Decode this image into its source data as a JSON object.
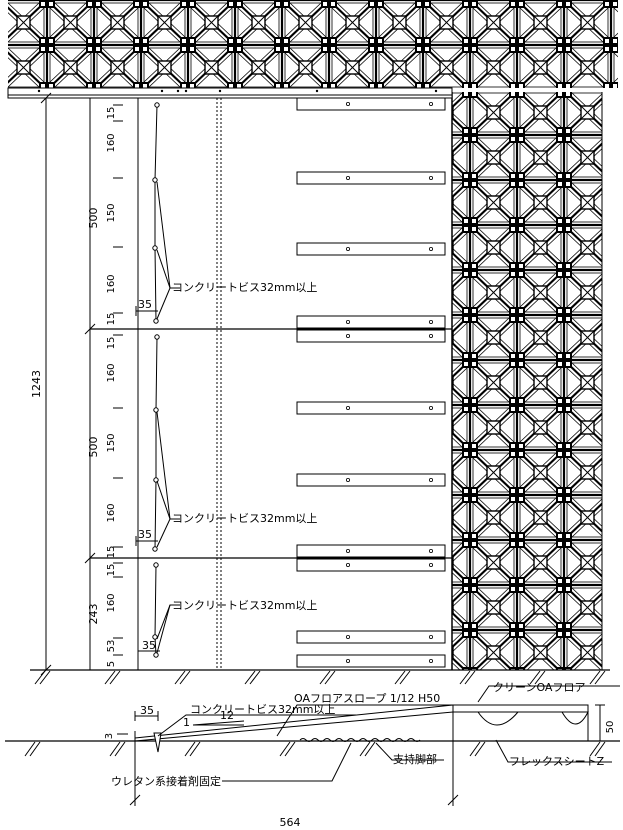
{
  "colors": {
    "line": "#000000",
    "background": "#ffffff"
  },
  "top_plan": {
    "overall_dimension": "1243",
    "panel_dimensions": [
      "500",
      "500",
      "243"
    ],
    "panel_1_ticks": [
      "15",
      "160",
      "150",
      "160",
      "15"
    ],
    "panel_2_ticks": [
      "15",
      "160",
      "150",
      "160",
      "15"
    ],
    "panel_3_ticks": [
      "15",
      "160",
      "53",
      "5"
    ],
    "edge_offset": "35",
    "screw_note": "コンクリートビス32mm以上"
  },
  "section": {
    "screw_note": "コンクリートビス32mm以上",
    "edge_offset": "35",
    "slope_ratio_1": "1",
    "slope_ratio_12": "12",
    "slope_label": "OAフロアスロープ 1/12 H50",
    "floor_label": "クリーンOAフロア",
    "base_height": "3",
    "floor_height": "50",
    "support_label": "支持脚部",
    "sheet_label": "フレックスシートZ",
    "adhesive_label": "ウレタン系接着剤固定",
    "length": "564"
  }
}
